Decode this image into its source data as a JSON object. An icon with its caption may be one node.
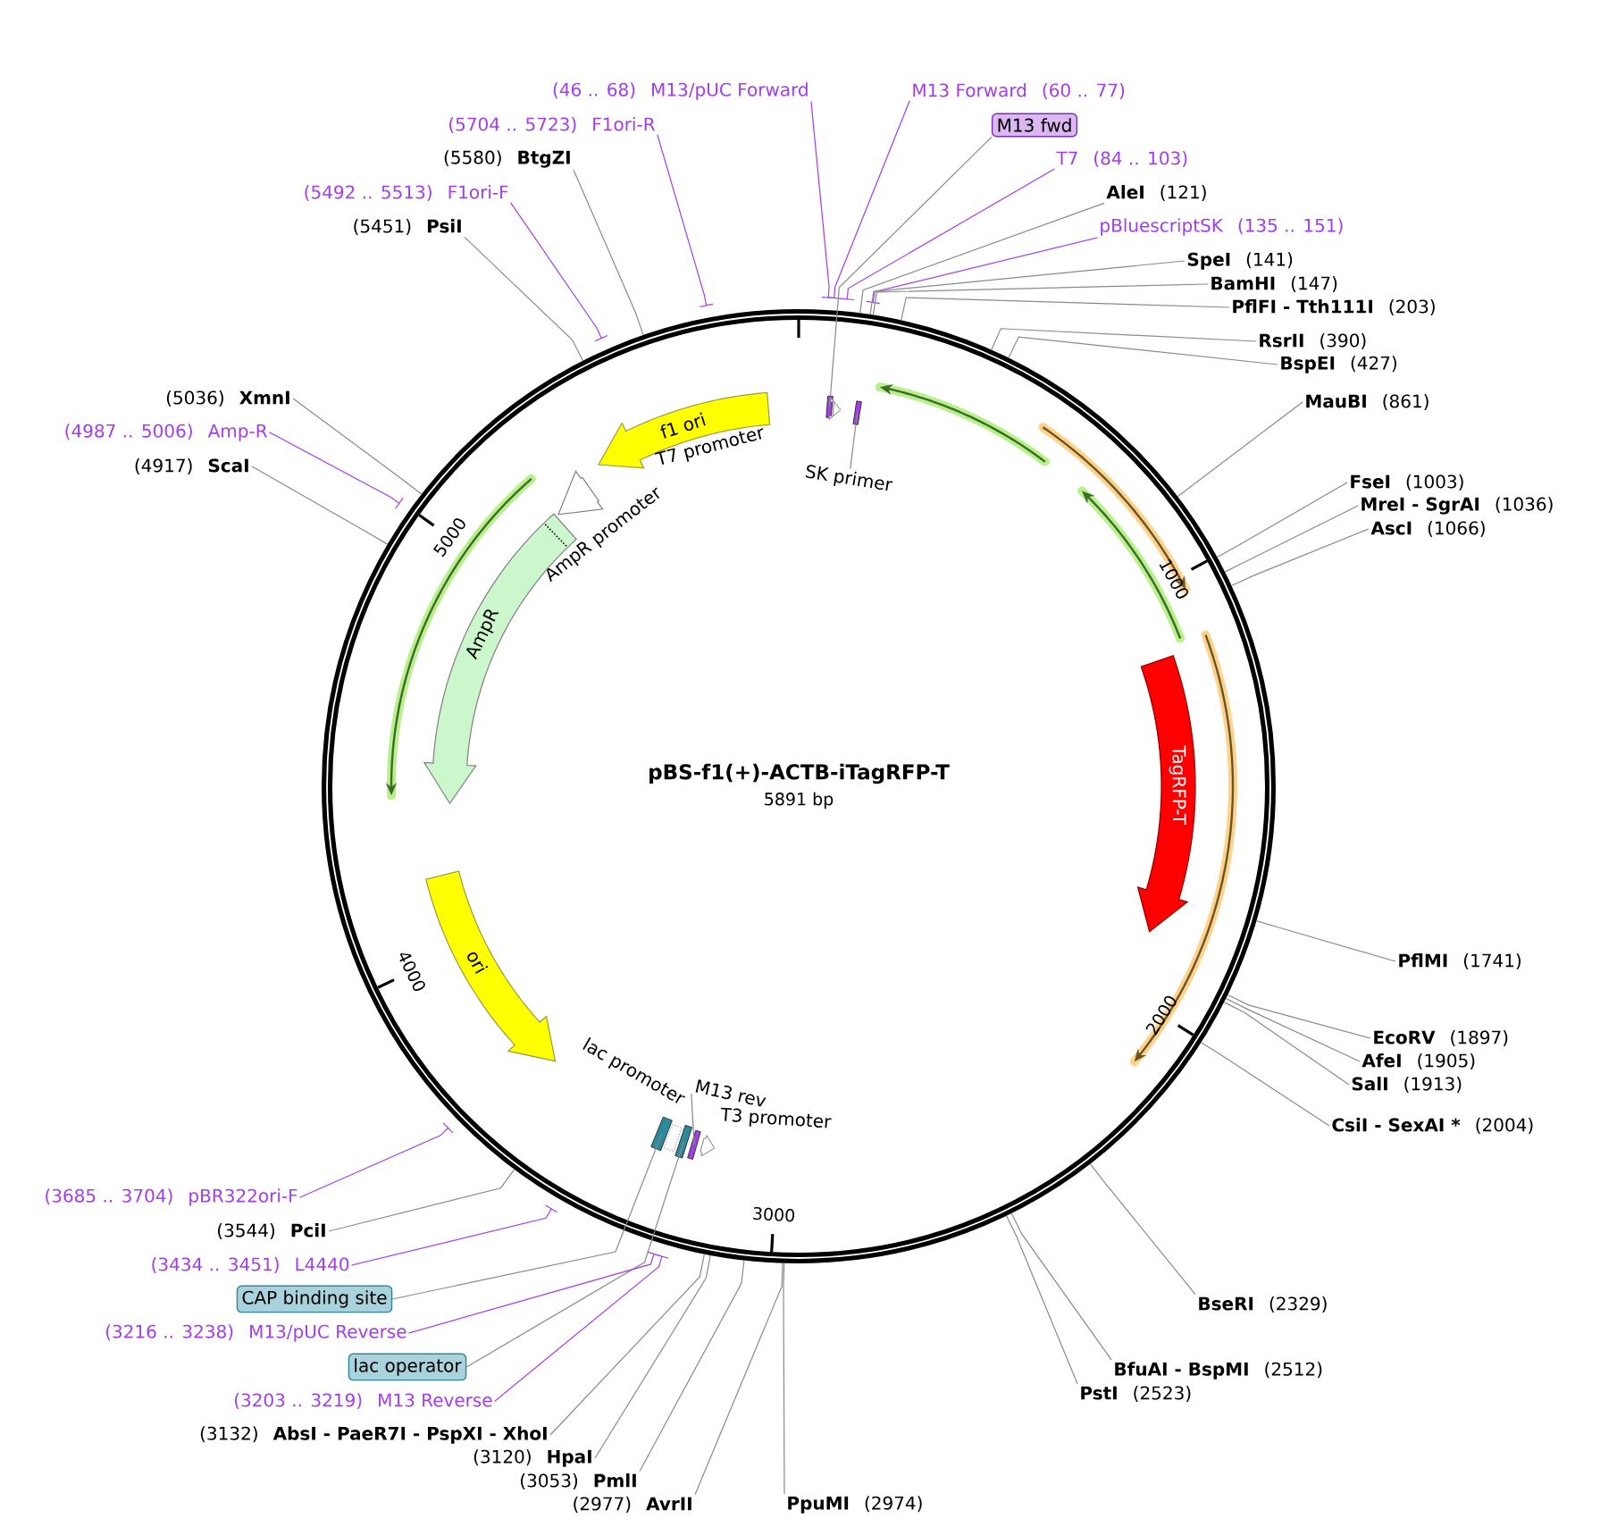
{
  "diagram": {
    "title": "pBS-f1(+)-ACTB-iTagRFP-T",
    "nodes": [
      {
        "text": [
          "(46 .. 68)",
          "M13/pUC Forward"
        ]
      },
      {
        "text": [
          "(5704 .. 5723)",
          "F1ori-R"
        ]
      },
      {
        "text": [
          "(5580)",
          "BtgZI"
        ]
      },
      {
        "text": [
          "(5492 .. 5513)",
          "F1ori-F"
        ]
      },
      {
        "text": [
          "(5451)",
          "PsiI"
        ]
      },
      {
        "text": [
          "M13 Forward",
          "(60 .. 77)"
        ]
      },
      {
        "text": [
          "M13 fwd"
        ]
      },
      {
        "text": [
          "T7",
          "(84 .. 103)"
        ]
      },
      {
        "text": [
          "AleI",
          "(121)"
        ]
      },
      {
        "text": [
          "pBluescriptSK",
          "(135 .. 151)"
        ]
      },
      {
        "text": [
          "SpeI",
          "(141)"
        ]
      },
      {
        "text": [
          "BamHI",
          "(147)"
        ]
      },
      {
        "text": [
          "PflFI - Tth111I",
          "(203)"
        ]
      },
      {
        "text": [
          "RsrII",
          "(390)"
        ]
      },
      {
        "text": [
          "BspEI",
          "(427)"
        ]
      },
      {
        "text": [
          "MauBI",
          "(861)"
        ]
      },
      {
        "text": [
          "FseI",
          "(1003)"
        ]
      },
      {
        "text": [
          "MreI - SgrAI",
          "(1036)"
        ]
      },
      {
        "text": [
          "AscI",
          "(1066)"
        ]
      },
      {
        "text": [
          "PflMI",
          "(1741)"
        ]
      },
      {
        "text": [
          "EcoRV",
          "(1897)"
        ]
      },
      {
        "text": [
          "AfeI",
          "(1905)"
        ]
      },
      {
        "text": [
          "SalI",
          "(1913)"
        ]
      },
      {
        "text": [
          "CsiI - SexAI *",
          "(2004)"
        ]
      },
      {
        "text": [
          "BseRI",
          "(2329)"
        ]
      },
      {
        "text": [
          "BfuAI - BspMI",
          "(2512)"
        ]
      },
      {
        "text": [
          "PstI",
          "(2523)"
        ]
      },
      {
        "text": [
          "PpuMI",
          "(2974)"
        ]
      },
      {
        "text": [
          "(2977)",
          "AvrII"
        ]
      },
      {
        "text": [
          "(3053)",
          "PmlI"
        ]
      },
      {
        "text": [
          "(3120)",
          "HpaI"
        ]
      },
      {
        "text": [
          "(3132)",
          "AbsI - PaeR7I - PspXI - XhoI"
        ]
      },
      {
        "text": [
          "(3203 .. 3219)",
          "M13 Reverse"
        ]
      },
      {
        "text": [
          "lac operator"
        ]
      },
      {
        "text": [
          "(3216 .. 3238)",
          "M13/pUC Reverse"
        ]
      },
      {
        "text": [
          "CAP binding site"
        ]
      },
      {
        "text": [
          "(3434 .. 3451)",
          "L4440"
        ]
      },
      {
        "text": [
          "(3544)",
          "PciI"
        ]
      },
      {
        "text": [
          "(3685 .. 3704)",
          "pBR322ori-F"
        ]
      },
      {
        "text": [
          "(5036)",
          "XmnI"
        ]
      },
      {
        "text": [
          "(4987 .. 5006)",
          "Amp-R"
        ]
      },
      {
        "text": [
          "(4917)",
          "ScaI"
        ]
      },
      {
        "text": [
          "f1 ori"
        ]
      },
      {
        "text": [
          "AmpR promoter"
        ]
      },
      {
        "text": [
          "AmpR"
        ]
      },
      {
        "text": [
          "TagRFP-T"
        ]
      },
      {
        "text": [
          "ori"
        ]
      },
      {
        "text": [
          "T7 promoter"
        ]
      },
      {
        "text": [
          "SK primer"
        ]
      },
      {
        "text": [
          "lac promoter"
        ]
      },
      {
        "text": [
          "M13 rev"
        ]
      },
      {
        "text": [
          "T3 promoter"
        ]
      },
      {
        "text": [],
        "shape": "box"
      },
      {
        "text": [],
        "shape": "arrow"
      },
      {
        "text": [],
        "shape": "box"
      },
      {
        "text": [],
        "shape": "box"
      },
      {
        "text": [],
        "shape": "box"
      },
      {
        "text": [],
        "shape": "box"
      },
      {
        "text": [],
        "shape": "box"
      },
      {
        "text": [],
        "shape": "arrow"
      }
    ],
    "edges": [
      {
        "from": 0,
        "to": null,
        "arrow": "none",
        "color": "#a33de8"
      },
      {
        "from": 1,
        "to": null,
        "arrow": "none",
        "color": "#a33de8"
      },
      {
        "from": 2,
        "to": null,
        "arrow": "none"
      },
      {
        "from": 3,
        "to": null,
        "arrow": "none",
        "color": "#a33de8"
      },
      {
        "from": 4,
        "to": null,
        "arrow": "none"
      },
      {
        "from": 5,
        "to": null,
        "arrow": "none",
        "color": "#a33de8"
      },
      {
        "from": 6,
        "to": 52,
        "arrow": "none"
      },
      {
        "from": 7,
        "to": null,
        "arrow": "none",
        "color": "#a33de8"
      },
      {
        "from": 8,
        "to": null,
        "arrow": "none"
      },
      {
        "from": 9,
        "to": null,
        "arrow": "none",
        "color": "#a33de8"
      },
      {
        "from": 10,
        "to": null,
        "arrow": "none"
      },
      {
        "from": 11,
        "to": null,
        "arrow": "none"
      },
      {
        "from": 12,
        "to": null,
        "arrow": "none"
      },
      {
        "from": 13,
        "to": null,
        "arrow": "none"
      },
      {
        "from": 14,
        "to": null,
        "arrow": "none"
      },
      {
        "from": 15,
        "to": null,
        "arrow": "none"
      },
      {
        "from": 16,
        "to": null,
        "arrow": "none"
      },
      {
        "from": 17,
        "to": null,
        "arrow": "none"
      },
      {
        "from": 18,
        "to": null,
        "arrow": "none"
      },
      {
        "from": 19,
        "to": null,
        "arrow": "none"
      },
      {
        "from": 20,
        "to": null,
        "arrow": "none"
      },
      {
        "from": 21,
        "to": null,
        "arrow": "none"
      },
      {
        "from": 22,
        "to": null,
        "arrow": "none"
      },
      {
        "from": 23,
        "to": null,
        "arrow": "none"
      },
      {
        "from": 24,
        "to": null,
        "arrow": "none"
      },
      {
        "from": 25,
        "to": null,
        "arrow": "none"
      },
      {
        "from": 26,
        "to": null,
        "arrow": "none"
      },
      {
        "from": 27,
        "to": null,
        "arrow": "none"
      },
      {
        "from": 28,
        "to": null,
        "arrow": "none"
      },
      {
        "from": 29,
        "to": null,
        "arrow": "none"
      },
      {
        "from": 30,
        "to": null,
        "arrow": "none"
      },
      {
        "from": 31,
        "to": null,
        "arrow": "none"
      },
      {
        "from": 32,
        "to": null,
        "arrow": "none",
        "color": "#a33de8"
      },
      {
        "from": 33,
        "to": 57,
        "arrow": "none"
      },
      {
        "from": 34,
        "to": null,
        "arrow": "none",
        "color": "#a33de8"
      },
      {
        "from": 35,
        "to": 55,
        "arrow": "none"
      },
      {
        "from": 36,
        "to": null,
        "arrow": "none",
        "color": "#a33de8"
      },
      {
        "from": 37,
        "to": null,
        "arrow": "none"
      },
      {
        "from": 38,
        "to": null,
        "arrow": "none",
        "color": "#a33de8"
      },
      {
        "from": 39,
        "to": null,
        "arrow": "none"
      },
      {
        "from": 40,
        "to": null,
        "arrow": "none",
        "color": "#a33de8"
      },
      {
        "from": 41,
        "to": null,
        "arrow": "none"
      },
      {
        "from": 48,
        "to": 54,
        "arrow": "none"
      },
      {
        "from": 50,
        "to": 58,
        "arrow": "none"
      }
    ],
    "labels": [
      "5891 bp",
      "1000",
      "2000",
      "3000",
      "4000",
      "5000"
    ]
  }
}
